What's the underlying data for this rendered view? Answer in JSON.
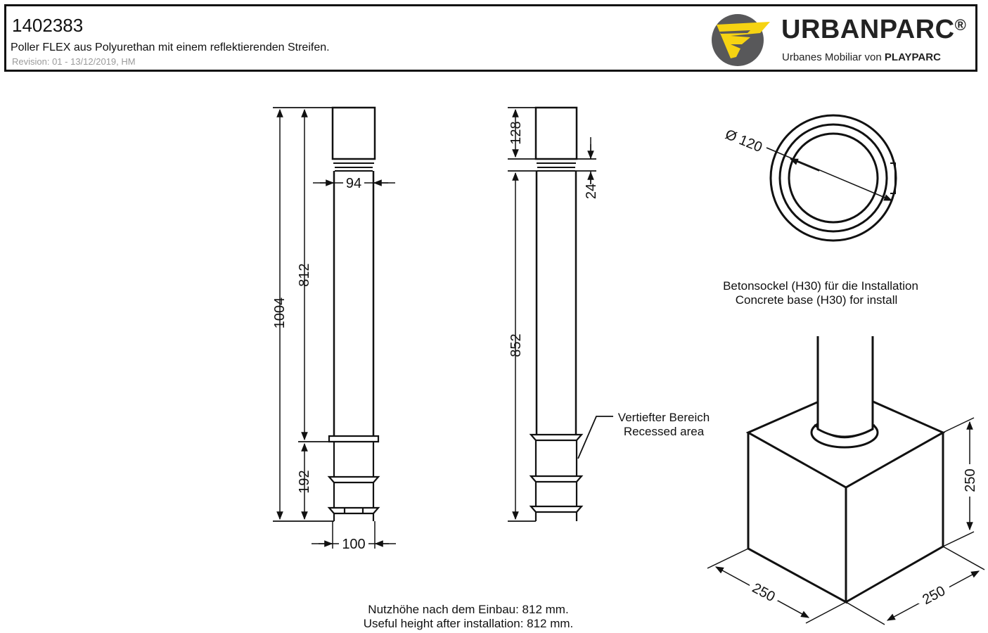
{
  "title_block": {
    "number": "1402383",
    "description": "Poller FLEX aus Polyurethan mit einem reflektierenden Streifen.",
    "revision": "Revision: 01 - 13/12/2019, HM"
  },
  "brand": {
    "name": "URBANPARC",
    "registered": "®",
    "tagline_prefix": "Urbanes Mobiliar von",
    "tagline_brand": "PLAYPARC",
    "colors": {
      "yellow": "#f6d312",
      "gray": "#58585a"
    }
  },
  "dimensions": {
    "total_height": "1004",
    "above_ground": "812",
    "below_ground": "192",
    "top_width": "94",
    "bottom_width": "100",
    "top_section": "128",
    "stripe": "24",
    "lower_section": "852",
    "diameter": "Ø 120",
    "base_height": "250",
    "base_width_left": "250",
    "base_width_right": "250"
  },
  "annotations": {
    "recessed_de": "Vertiefter Bereich",
    "recessed_en": "Recessed area",
    "base_de": "Betonsockel (H30) für die Installation",
    "base_en": "Concrete base (H30) for install",
    "useful_de": "Nutzhöhe nach dem Einbau: 812 mm.",
    "useful_en": "Useful height after installation: 812 mm."
  }
}
